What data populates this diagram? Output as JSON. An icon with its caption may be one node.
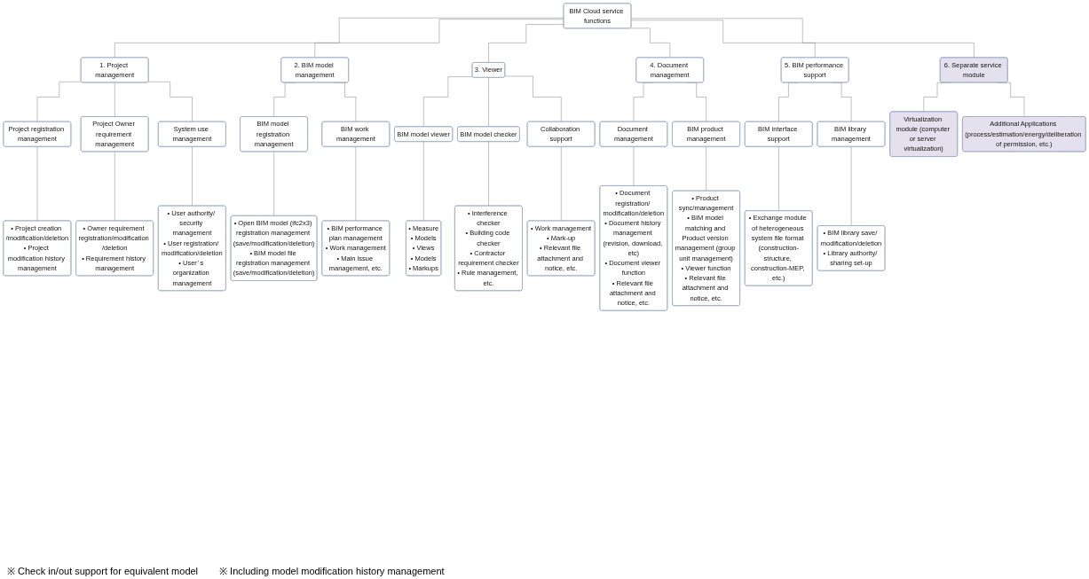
{
  "diagram": {
    "nodes": [
      {
        "text": [
          "BIM Cloud service functions"
        ]
      },
      {
        "text": [
          "1. Project management"
        ]
      },
      {
        "text": [
          "Project registration management"
        ]
      },
      {
        "text": [
          "• Project creation /modification/deletion",
          "• Project modification history management"
        ]
      },
      {
        "text": [
          "Project Owner requirement management"
        ]
      },
      {
        "text": [
          "• Owner requirement registration/modification /deletion",
          "• Requirement history management"
        ]
      },
      {
        "text": [
          "System use management"
        ]
      },
      {
        "text": [
          "• User authority/ security management",
          "• User registration/ modification/deletion",
          "• User’ s organization management"
        ]
      },
      {
        "text": [
          "2. BIM model management"
        ]
      },
      {
        "text": [
          "BIM model registration management"
        ]
      },
      {
        "text": [
          "• Open BIM model (ifc2x3) registration management (save/modification/deletion)",
          "• BIM model file registration management (save/modification/deletion)"
        ]
      },
      {
        "text": [
          "BIM work management"
        ]
      },
      {
        "text": [
          "• BIM performance plan management",
          "• Work management",
          "• Main issue management, etc."
        ]
      },
      {
        "text": [
          "3. Viewer"
        ]
      },
      {
        "text": [
          "BIM model viewer"
        ]
      },
      {
        "text": [
          "• Measure",
          "• Models",
          "• Views",
          "• Models",
          "• Markups"
        ]
      },
      {
        "text": [
          "BIM model checker"
        ]
      },
      {
        "text": [
          "• Interference checker",
          "• Building code checker",
          "• Contractor requirement checker",
          "• Rule management, etc."
        ]
      },
      {
        "text": [
          "Collaboration support"
        ]
      },
      {
        "text": [
          "• Work management",
          "• Mark-up",
          "• Relevant file attachment and notice, etc."
        ]
      },
      {
        "text": [
          "4. Document management"
        ]
      },
      {
        "text": [
          "Document management"
        ]
      },
      {
        "text": [
          "• Document registration/ modification/deletion",
          "• Document history management (revision, download, etc)",
          "• Document viewer function",
          "• Relevant file attachment and notice, etc."
        ]
      },
      {
        "text": [
          "BIM product management"
        ]
      },
      {
        "text": [
          "• Product sync/management",
          "• BIM model matching and Product version management (group unit management)",
          "• Viewer function",
          "• Relevant file attachment and notice, etc."
        ]
      },
      {
        "text": [
          "5. BIM performance support"
        ]
      },
      {
        "text": [
          "BIM interface support"
        ]
      },
      {
        "text": [
          "• Exchange module of heterogeneous system file format (construction-structure, construction-MEP, etc.)"
        ]
      },
      {
        "text": [
          "BIM library management"
        ]
      },
      {
        "text": [
          "• BIM library save/ modification/deletion",
          "• Library authority/ sharing set-up"
        ]
      },
      {
        "text": [
          "6. Separate service module"
        ]
      },
      {
        "text": [
          "Virtualization module (computer or server virtualization)"
        ]
      },
      {
        "text": [
          "Additional Applications (process/estimation/energy/deliberation of permission, etc.)"
        ]
      }
    ],
    "edges": [
      {
        "from": 0,
        "to": 1,
        "arrow": "none"
      },
      {
        "from": 0,
        "to": 8,
        "arrow": "none"
      },
      {
        "from": 0,
        "to": 13,
        "arrow": "none"
      },
      {
        "from": 0,
        "to": 20,
        "arrow": "none"
      },
      {
        "from": 0,
        "to": 25,
        "arrow": "none"
      },
      {
        "from": 0,
        "to": 30,
        "arrow": "none"
      },
      {
        "from": 1,
        "to": 2,
        "arrow": "none"
      },
      {
        "from": 2,
        "to": 3,
        "arrow": "none"
      },
      {
        "from": 1,
        "to": 4,
        "arrow": "none"
      },
      {
        "from": 4,
        "to": 5,
        "arrow": "none"
      },
      {
        "from": 1,
        "to": 6,
        "arrow": "none"
      },
      {
        "from": 6,
        "to": 7,
        "arrow": "none"
      },
      {
        "from": 8,
        "to": 9,
        "arrow": "none"
      },
      {
        "from": 9,
        "to": 10,
        "arrow": "none"
      },
      {
        "from": 8,
        "to": 11,
        "arrow": "none"
      },
      {
        "from": 11,
        "to": 12,
        "arrow": "none"
      },
      {
        "from": 13,
        "to": 14,
        "arrow": "none"
      },
      {
        "from": 14,
        "to": 15,
        "arrow": "none"
      },
      {
        "from": 13,
        "to": 16,
        "arrow": "none"
      },
      {
        "from": 16,
        "to": 17,
        "arrow": "none"
      },
      {
        "from": 13,
        "to": 18,
        "arrow": "none"
      },
      {
        "from": 18,
        "to": 19,
        "arrow": "none"
      },
      {
        "from": 20,
        "to": 21,
        "arrow": "none"
      },
      {
        "from": 21,
        "to": 22,
        "arrow": "none"
      },
      {
        "from": 20,
        "to": 23,
        "arrow": "none"
      },
      {
        "from": 23,
        "to": 24,
        "arrow": "none"
      },
      {
        "from": 25,
        "to": 26,
        "arrow": "none"
      },
      {
        "from": 26,
        "to": 27,
        "arrow": "none"
      },
      {
        "from": 25,
        "to": 28,
        "arrow": "none"
      },
      {
        "from": 28,
        "to": 29,
        "arrow": "none"
      },
      {
        "from": 30,
        "to": 31,
        "arrow": "none"
      },
      {
        "from": 30,
        "to": 32,
        "arrow": "none"
      }
    ],
    "labels": [
      "※ Check in/out support for equivalent model",
      "※ Including model modification history management"
    ]
  }
}
